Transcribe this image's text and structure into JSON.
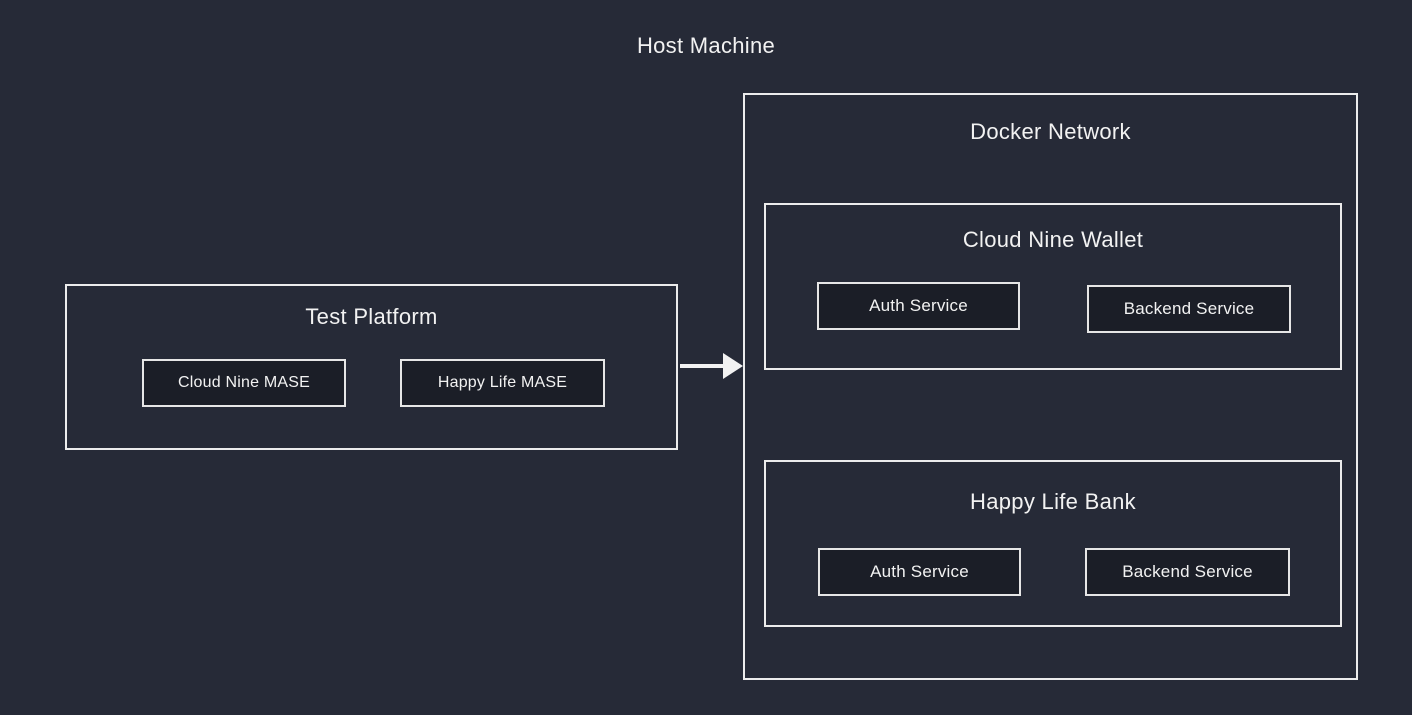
{
  "diagram": {
    "host_machine_label": "Host Machine",
    "test_platform": {
      "title": "Test Platform",
      "nodes": [
        {
          "label": "Cloud Nine MASE"
        },
        {
          "label": "Happy Life MASE"
        }
      ]
    },
    "arrow": {
      "name": "test-platform-to-docker-network",
      "direction": "right"
    },
    "docker_network": {
      "title": "Docker Network",
      "groups": [
        {
          "title": "Cloud Nine Wallet",
          "services": [
            {
              "label": "Auth Service"
            },
            {
              "label": "Backend Service"
            }
          ]
        },
        {
          "title": "Happy Life Bank",
          "services": [
            {
              "label": "Auth Service"
            },
            {
              "label": "Backend Service"
            }
          ]
        }
      ]
    },
    "colors": {
      "background": "#262a37",
      "node_fill": "#1b1e27",
      "border": "#ececec",
      "text": "#f2f2f2"
    }
  }
}
